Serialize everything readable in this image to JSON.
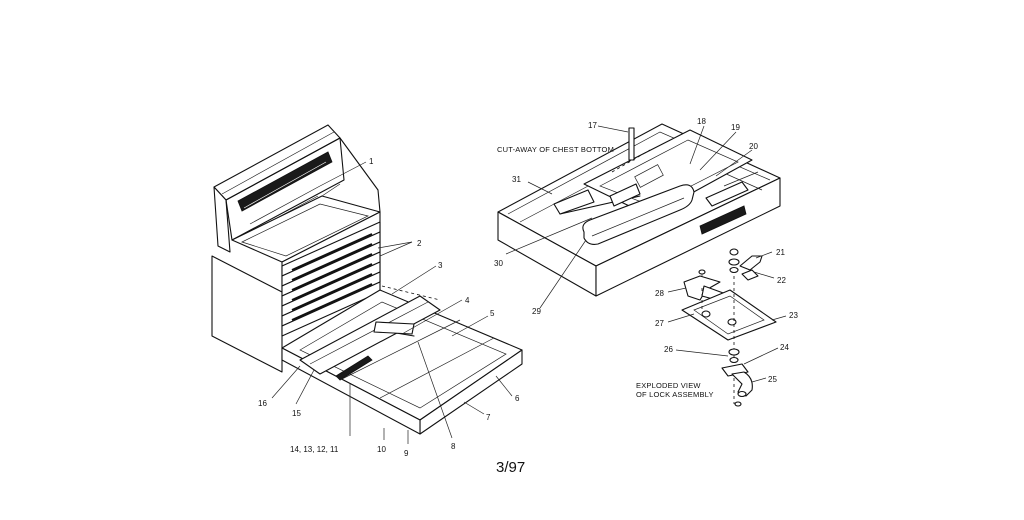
{
  "captions": {
    "cutaway": "CUT-AWAY OF CHEST BOTTOM",
    "exploded_line1": "EXPLODED VIEW",
    "exploded_line2": "OF LOCK ASSEMBLY"
  },
  "page_number": "3/97",
  "callouts": {
    "c1": "1",
    "c2": "2",
    "c3": "3",
    "c4": "4",
    "c5": "5",
    "c6": "6",
    "c7": "7",
    "c8": "8",
    "c9": "9",
    "c10": "10",
    "c11_14": "14, 13, 12, 11",
    "c15": "15",
    "c16": "16",
    "c17": "17",
    "c18": "18",
    "c19": "19",
    "c20": "20",
    "c21": "21",
    "c22": "22",
    "c23": "23",
    "c24": "24",
    "c25": "25",
    "c26": "26",
    "c27": "27",
    "c28": "28",
    "c29": "29",
    "c30": "30",
    "c31": "31"
  }
}
